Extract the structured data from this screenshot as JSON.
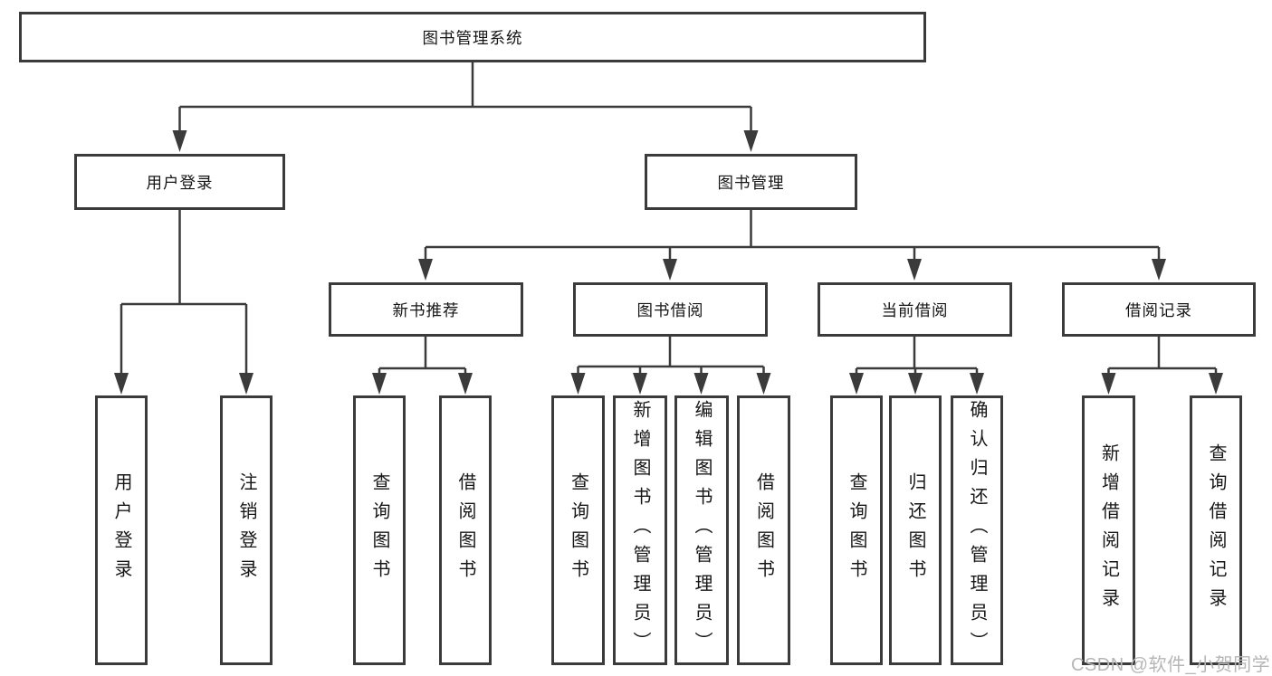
{
  "root": {
    "label": "图书管理系统"
  },
  "branches": [
    {
      "label": "用户登录",
      "children": [
        {
          "label": "用户登录"
        },
        {
          "label": "注销登录"
        }
      ]
    },
    {
      "label": "图书管理",
      "children": [
        {
          "label": "新书推荐",
          "children": [
            {
              "label": "查询图书"
            },
            {
              "label": "借阅图书"
            }
          ]
        },
        {
          "label": "图书借阅",
          "children": [
            {
              "label": "查询图书"
            },
            {
              "label": "新增图书（管理员）"
            },
            {
              "label": "编辑图书（管理员）"
            },
            {
              "label": "借阅图书"
            }
          ]
        },
        {
          "label": "当前借阅",
          "children": [
            {
              "label": "查询图书"
            },
            {
              "label": "归还图书"
            },
            {
              "label": "确认归还（管理员）"
            }
          ]
        },
        {
          "label": "借阅记录",
          "children": [
            {
              "label": "新增借阅记录"
            },
            {
              "label": "查询借阅记录"
            }
          ]
        }
      ]
    }
  ],
  "watermark": "CSDN @软件_小贺同学",
  "colors": {
    "line": "#3b3b3b",
    "text": "#161616",
    "watermark": "#b6b6b6",
    "background": "#ffffff"
  }
}
